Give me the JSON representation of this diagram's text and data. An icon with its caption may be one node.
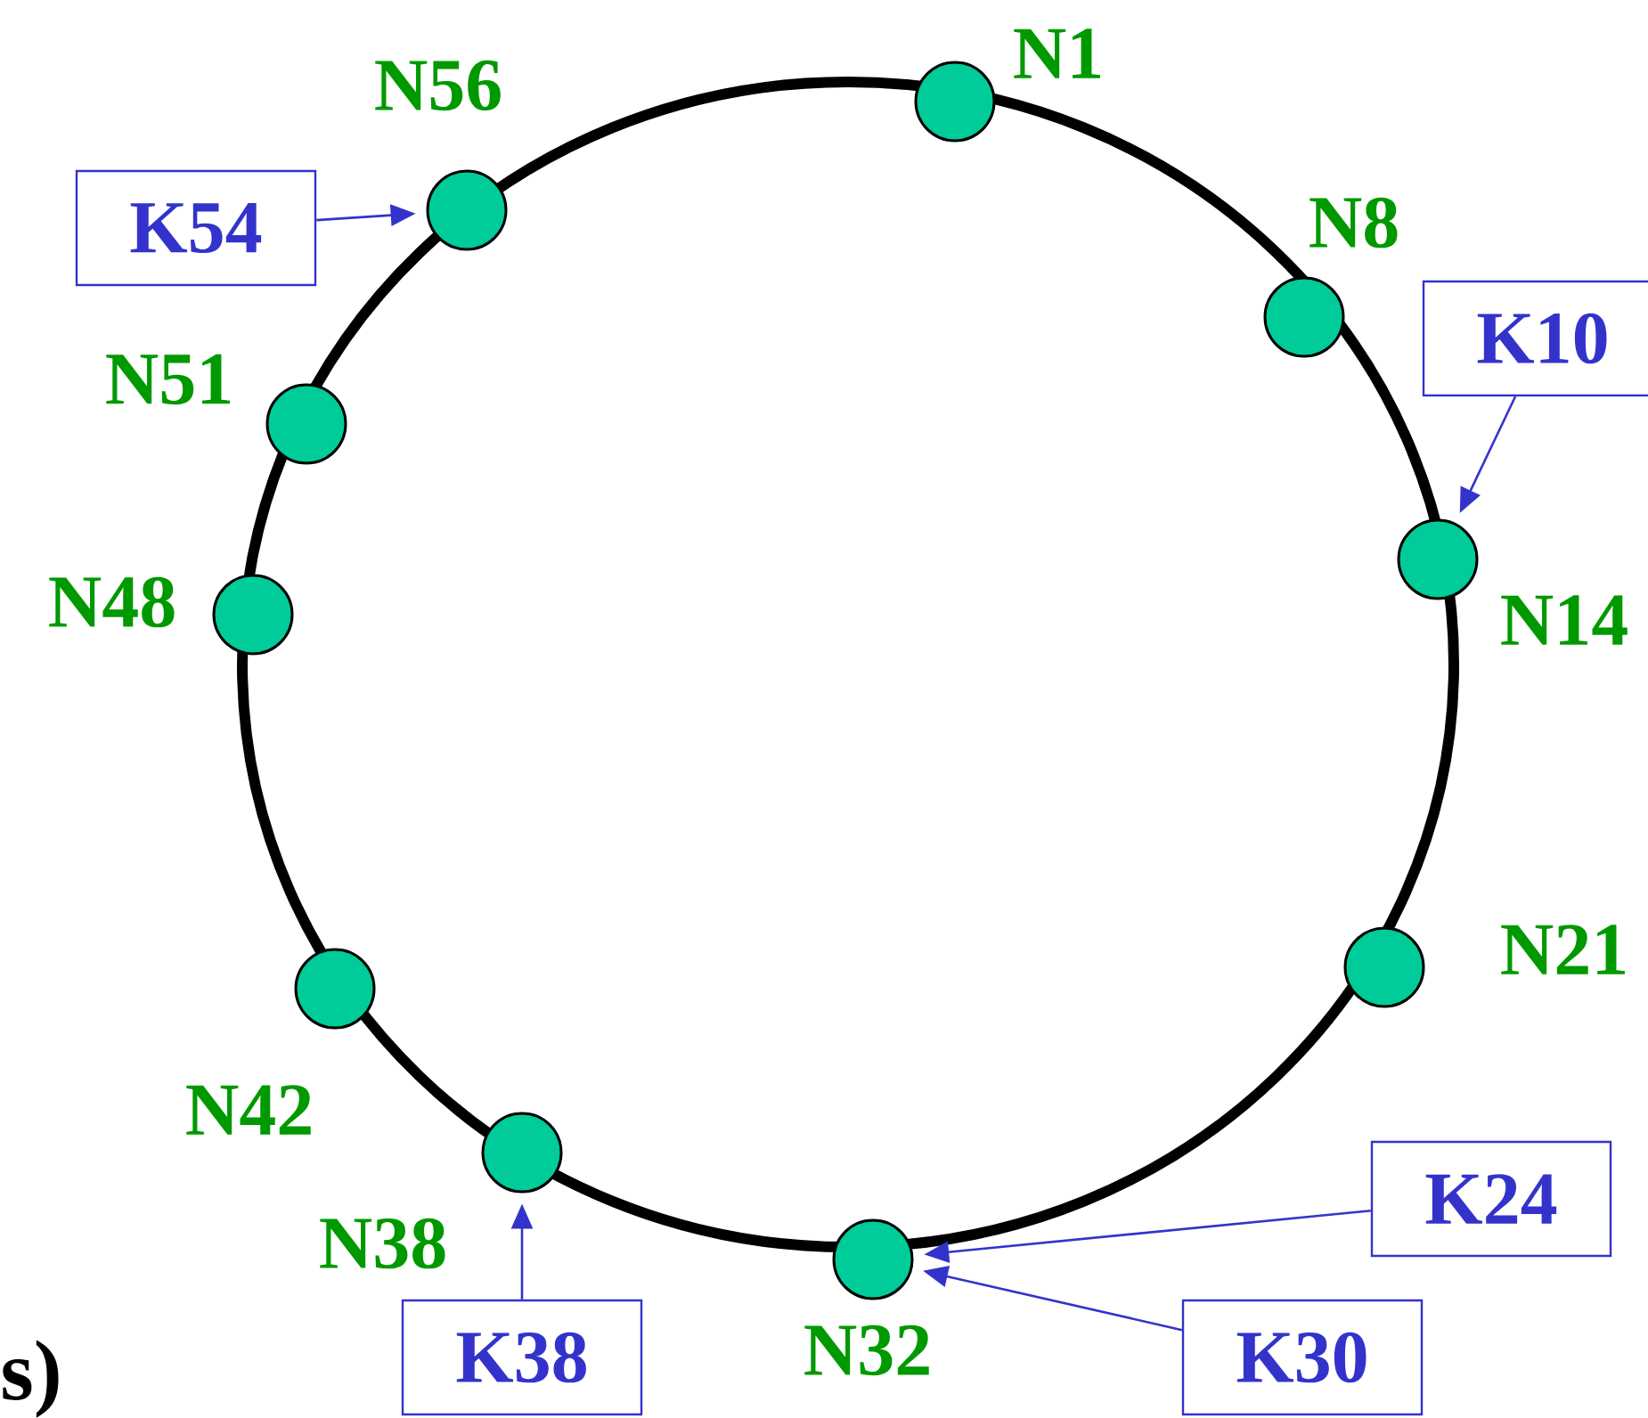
{
  "diagram": {
    "nodes": [
      {
        "text": [],
        "shape": "circle",
        "beside": [
          "N1"
        ]
      },
      {
        "text": [],
        "shape": "circle",
        "beside": [
          "N8"
        ]
      },
      {
        "text": [],
        "shape": "circle",
        "beside": [
          "N14"
        ]
      },
      {
        "text": [],
        "shape": "circle",
        "beside": [
          "N21"
        ]
      },
      {
        "text": [],
        "shape": "circle",
        "beside": [
          "N32"
        ]
      },
      {
        "text": [],
        "shape": "circle",
        "beside": [
          "N38"
        ]
      },
      {
        "text": [],
        "shape": "circle",
        "beside": [
          "N42"
        ]
      },
      {
        "text": [],
        "shape": "circle",
        "beside": [
          "N48"
        ]
      },
      {
        "text": [],
        "shape": "circle",
        "beside": [
          "N51"
        ]
      },
      {
        "text": [],
        "shape": "circle",
        "beside": [
          "N56"
        ]
      },
      {
        "text": [
          "K54"
        ]
      },
      {
        "text": [
          "K10"
        ]
      },
      {
        "text": [
          "K24"
        ]
      },
      {
        "text": [
          "K30"
        ]
      },
      {
        "text": [
          "K38"
        ]
      }
    ],
    "edges": [
      {
        "from": 10,
        "to": 9,
        "arrow": "to"
      },
      {
        "from": 11,
        "to": 2,
        "arrow": "to"
      },
      {
        "from": 12,
        "to": 4,
        "arrow": "to"
      },
      {
        "from": 13,
        "to": 4,
        "arrow": "to"
      },
      {
        "from": 14,
        "to": 5,
        "arrow": "to"
      }
    ],
    "labels": [
      "s)"
    ]
  }
}
